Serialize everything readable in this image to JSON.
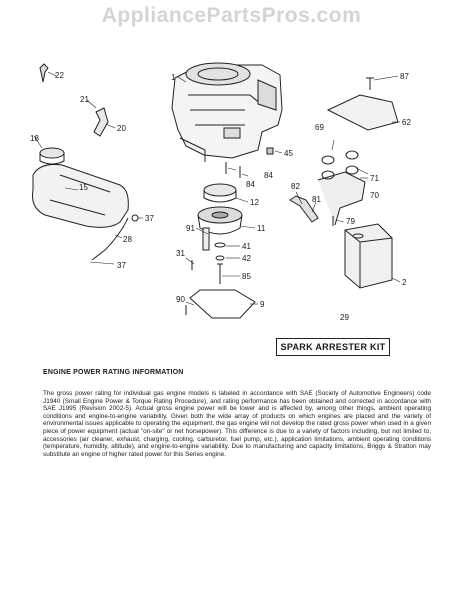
{
  "watermark": "AppliancePartsPros.com",
  "labels": {
    "l1": "1",
    "l2": "2",
    "l9": "9",
    "l11": "11",
    "l12": "12",
    "l15": "15",
    "l18": "18",
    "l20": "20",
    "l21": "21",
    "l22": "22",
    "l28": "28",
    "l29": "29",
    "l31": "31",
    "l37a": "37",
    "l37b": "37",
    "l41": "41",
    "l42": "42",
    "l45": "45",
    "l62": "62",
    "l69": "69",
    "l70": "70",
    "l71": "71",
    "l79": "79",
    "l81": "81",
    "l82": "82",
    "l84a": "84",
    "l84b": "84",
    "l85": "85",
    "l87": "87",
    "l90": "90",
    "l91": "91"
  },
  "kit": {
    "number": "29",
    "label": "SPARK ARRESTER KIT"
  },
  "info": {
    "title": "ENGINE POWER RATING INFORMATION",
    "body": "The gross power rating for individual gas engine models is labeled in accordance with SAE (Society of Automotive Engineers) code J1940 (Small Engine Power & Torque Rating Procedure), and rating performance has been obtained and corrected in accordance with SAE J1995 (Revision 2002-5). Actual gross engine power will be lower and is affected by, among other things, ambient operating conditions and engine-to-engine variability. Given both the wide array of products on which engines are placed and the variety of environmental issues applicable to operating the equipment, the gas engine will not develop the rated gross power when used in a given piece of power equipment (actual \"on-site\" or net horsepower). This difference is due to a variety of factors including, but not limited to, accessories (air cleaner, exhaust, charging, cooling, carburetor, fuel pump, etc.), application limitations, ambient operating conditions (temperature, humidity, altitude), and engine-to-engine variability. Due to manufacturing and capacity limitations, Briggs & Stratton may substitute an engine of higher rated power for this Series engine."
  }
}
